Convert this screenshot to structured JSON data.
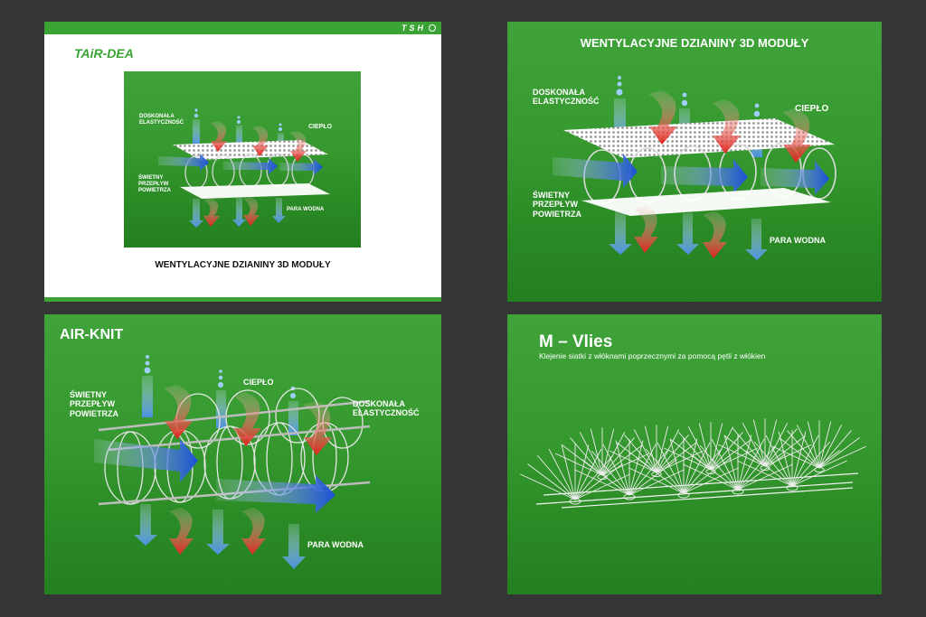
{
  "slide1": {
    "brand": "TSH",
    "title": "TAiR-DEA",
    "caption": "WENTYLACYJNE DZIANINY 3D MODUŁY",
    "labels": {
      "elasticity": "DOSKONAŁA\nELASTYCZNOŚĆ",
      "heat": "CIEPŁO",
      "airflow": "ŚWIETNY\nPRZEPŁYW\nPOWIETRZA",
      "vapor": "PARA WODNA"
    }
  },
  "slide2": {
    "title": "WENTYLACYJNE DZIANINY 3D MODUŁY",
    "labels": {
      "elasticity": "DOSKONAŁA\nELASTYCZNOŚĆ",
      "heat": "CIEPŁO",
      "airflow": "ŚWIETNY\nPRZEPŁYW\nPOWIETRZA",
      "vapor": "PARA WODNA"
    }
  },
  "slide3": {
    "title": "AIR-KNIT",
    "labels": {
      "airflow": "ŚWIETNY\nPRZEPŁYW\nPOWIETRZA",
      "heat": "CIEPŁO",
      "elasticity": "DOSKONAŁA\nELASTYCZNOŚĆ",
      "vapor": "PARA WODNA"
    }
  },
  "slide4": {
    "title": "M – Vlies",
    "subtitle": "Klejenie siatki z włóknami poprzecznymi za pomocą pętli z włókien"
  },
  "colors": {
    "background": "#353535",
    "slide_green": "#36992f",
    "heat_arrow": "#e0231c",
    "vapor_arrow": "#4a90e2",
    "airflow_arrow": "#1a4fd6"
  }
}
